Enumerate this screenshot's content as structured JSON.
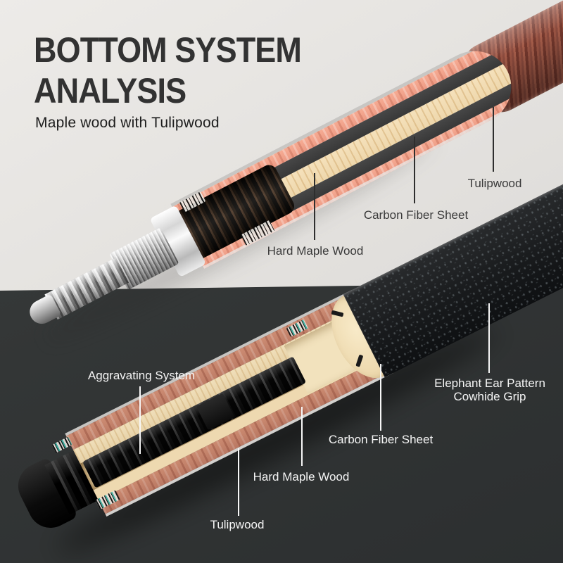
{
  "header": {
    "title_line1": "BOTTOM SYSTEM",
    "title_line2": "ANALYSIS",
    "subtitle": "Maple wood with Tulipwood"
  },
  "top_diagram": {
    "labels": {
      "tulipwood": "Tulipwood",
      "carbon_fiber": "Carbon Fiber Sheet",
      "hard_maple": "Hard Maple Wood"
    }
  },
  "bottom_diagram": {
    "labels": {
      "aggravating_system": "Aggravating System",
      "grip_line1": "Elephant Ear Pattern",
      "grip_line2": "Cowhide Grip",
      "carbon_fiber": "Carbon Fiber Sheet",
      "hard_maple": "Hard Maple Wood",
      "tulipwood": "Tulipwood"
    }
  },
  "colors": {
    "background_light": "#e3e1de",
    "background_dark": "#333636",
    "tulipwood_top": "#ef9e88",
    "tulipwood_bottom": "#c5836c",
    "hard_maple": "#f1ddb6",
    "carbon_fiber": "#3e3e3e",
    "rosewood_end": "#96544a",
    "metal_joint": "#c9c9c9",
    "grip_black": "#1d1f21",
    "label_dark": "#3a3a3a",
    "label_light": "#f5f5f5"
  }
}
